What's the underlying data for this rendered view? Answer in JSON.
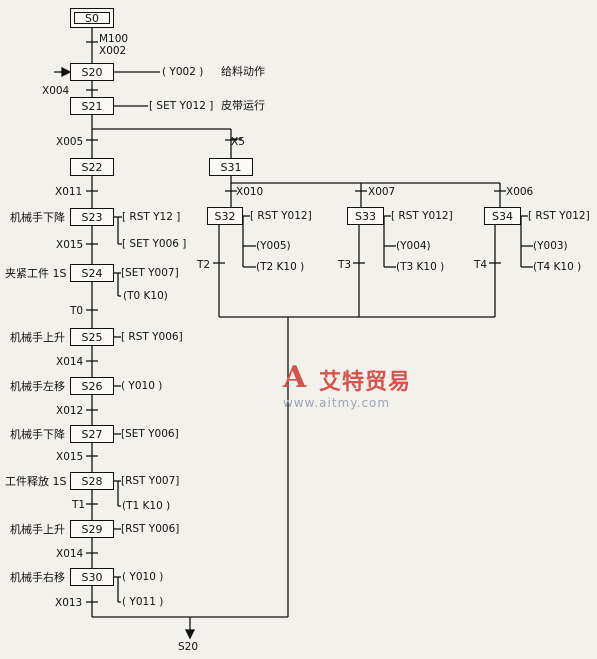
{
  "steps": {
    "S0": "S0",
    "S20": "S20",
    "S21": "S21",
    "S22": "S22",
    "S23": "S23",
    "S24": "S24",
    "S25": "S25",
    "S26": "S26",
    "S27": "S27",
    "S28": "S28",
    "S29": "S29",
    "S30": "S30",
    "S31": "S31",
    "S32": "S32",
    "S33": "S33",
    "S34": "S34"
  },
  "transitions": {
    "m100": "M100",
    "x002": "X002",
    "x004": "X004",
    "x005": "X005",
    "x5": "X5",
    "x011": "X011",
    "x015a": "X015",
    "t0": "T0",
    "x014a": "X014",
    "x012": "X012",
    "x015b": "X015",
    "t1": "T1",
    "x014b": "X014",
    "x013": "X013",
    "x010": "X010",
    "x007": "X007",
    "x006": "X006",
    "t2": "T2",
    "t3": "T3",
    "t4": "T4",
    "jump": "S20"
  },
  "actions": {
    "s20_a1": "( Y002 )",
    "s20_desc": "给料动作",
    "s21_a1": "[ SET  Y012 ]",
    "s21_desc": "皮带运行",
    "s23_a1": "[ RST   Y12 ]",
    "s23_a2": "[ SET  Y006 ]",
    "s24_a1": "[SET  Y007]",
    "s24_a2": "(T0  K10)",
    "s25_a1": "[ RST  Y006]",
    "s26_a1": "( Y010 )",
    "s27_a1": "[SET  Y006]",
    "s28_a1": "[RST  Y007]",
    "s28_a2": "(T1  K10 )",
    "s29_a1": "[RST  Y006]",
    "s30_a1": "( Y010 )",
    "s30_a2": "( Y011 )",
    "s32_a1": "[ RST  Y012]",
    "s32_a2": "(Y005)",
    "s32_a3": "(T2  K10 )",
    "s33_a1": "[ RST  Y012]",
    "s33_a2": "(Y004)",
    "s33_a3": "(T3  K10 )",
    "s34_a1": "[ RST  Y012]",
    "s34_a2": "(Y003)",
    "s34_a3": "(T4  K10 )"
  },
  "step_labels": {
    "s23": "机械手下降",
    "s24": "夹紧工件 1S",
    "s25": "机械手上升",
    "s26": "机械手左移",
    "s27": "机械手下降",
    "s28": "工件释放 1S",
    "s29": "机械手上升",
    "s30": "机械手右移"
  },
  "watermark": {
    "logo": "A",
    "text": "艾特贸易",
    "url": "www.aitmy.com"
  }
}
